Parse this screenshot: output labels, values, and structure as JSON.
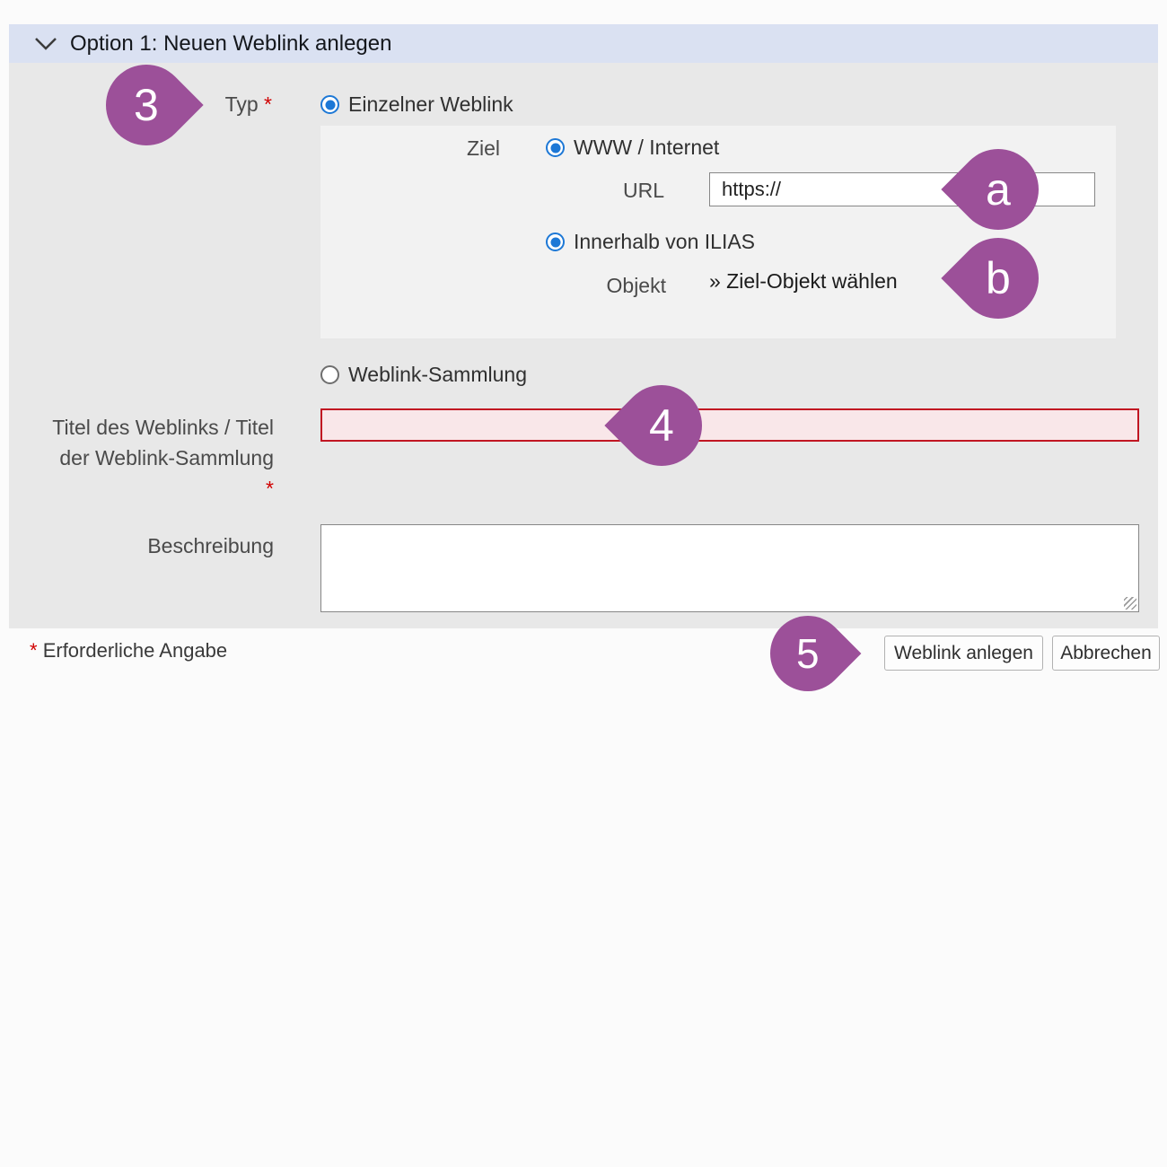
{
  "panel": {
    "title": "Option 1: Neuen Weblink anlegen"
  },
  "form": {
    "typ_label": "Typ",
    "required_mark": "*",
    "single_weblink_label": "Einzelner Weblink",
    "collection_label": "Weblink-Sammlung",
    "ziel_label": "Ziel",
    "www_label": "WWW / Internet",
    "url_label": "URL",
    "url_value": "https://",
    "ilias_label": "Innerhalb von ILIAS",
    "objekt_label": "Objekt",
    "objekt_link_label": "» Ziel-Objekt wählen",
    "title_label_line1": "Titel des Weblinks / Titel",
    "title_label_line2": "der Weblink-Sammlung",
    "title_value": "",
    "description_label": "Beschreibung",
    "description_value": ""
  },
  "footer": {
    "required_mark": "*",
    "required_note": "Erforderliche Angabe",
    "submit_label": "Weblink anlegen",
    "cancel_label": "Abbrechen"
  },
  "icons": {
    "chevron": "chevron-down"
  },
  "annotations": {
    "color": "#9c5099",
    "markers": [
      {
        "label": "3"
      },
      {
        "label": "a"
      },
      {
        "label": "b"
      },
      {
        "label": "4"
      },
      {
        "label": "5"
      }
    ]
  },
  "colors": {
    "header_bg": "#dae1f2",
    "form_bg": "#e8e8e8",
    "subpanel_bg": "#f2f2f2",
    "radio_selected": "#1d78d6",
    "required_red": "#d00000",
    "error_border": "#c11622",
    "error_bg": "#f9e7e9"
  }
}
